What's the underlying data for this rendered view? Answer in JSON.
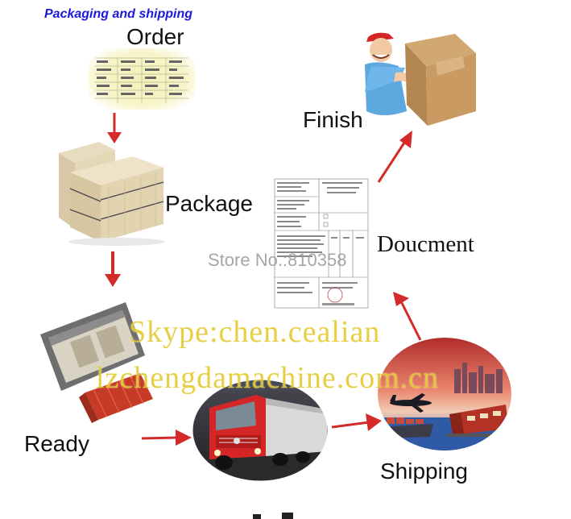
{
  "header": {
    "title": "Packaging and shipping"
  },
  "steps": {
    "order": "Order",
    "package": "Package",
    "finish": "Finish",
    "ready": "Ready",
    "shipping": "Shipping",
    "document": "Doucment"
  },
  "watermarks": {
    "store": "Store No.:810358",
    "skype": "Skype:chen.cealian",
    "site": "lzchengdamachine.com.cn"
  },
  "colors": {
    "arrow": "#d42a2a",
    "header_text": "#1a1adb",
    "watermark_gold": "#e2c828"
  }
}
